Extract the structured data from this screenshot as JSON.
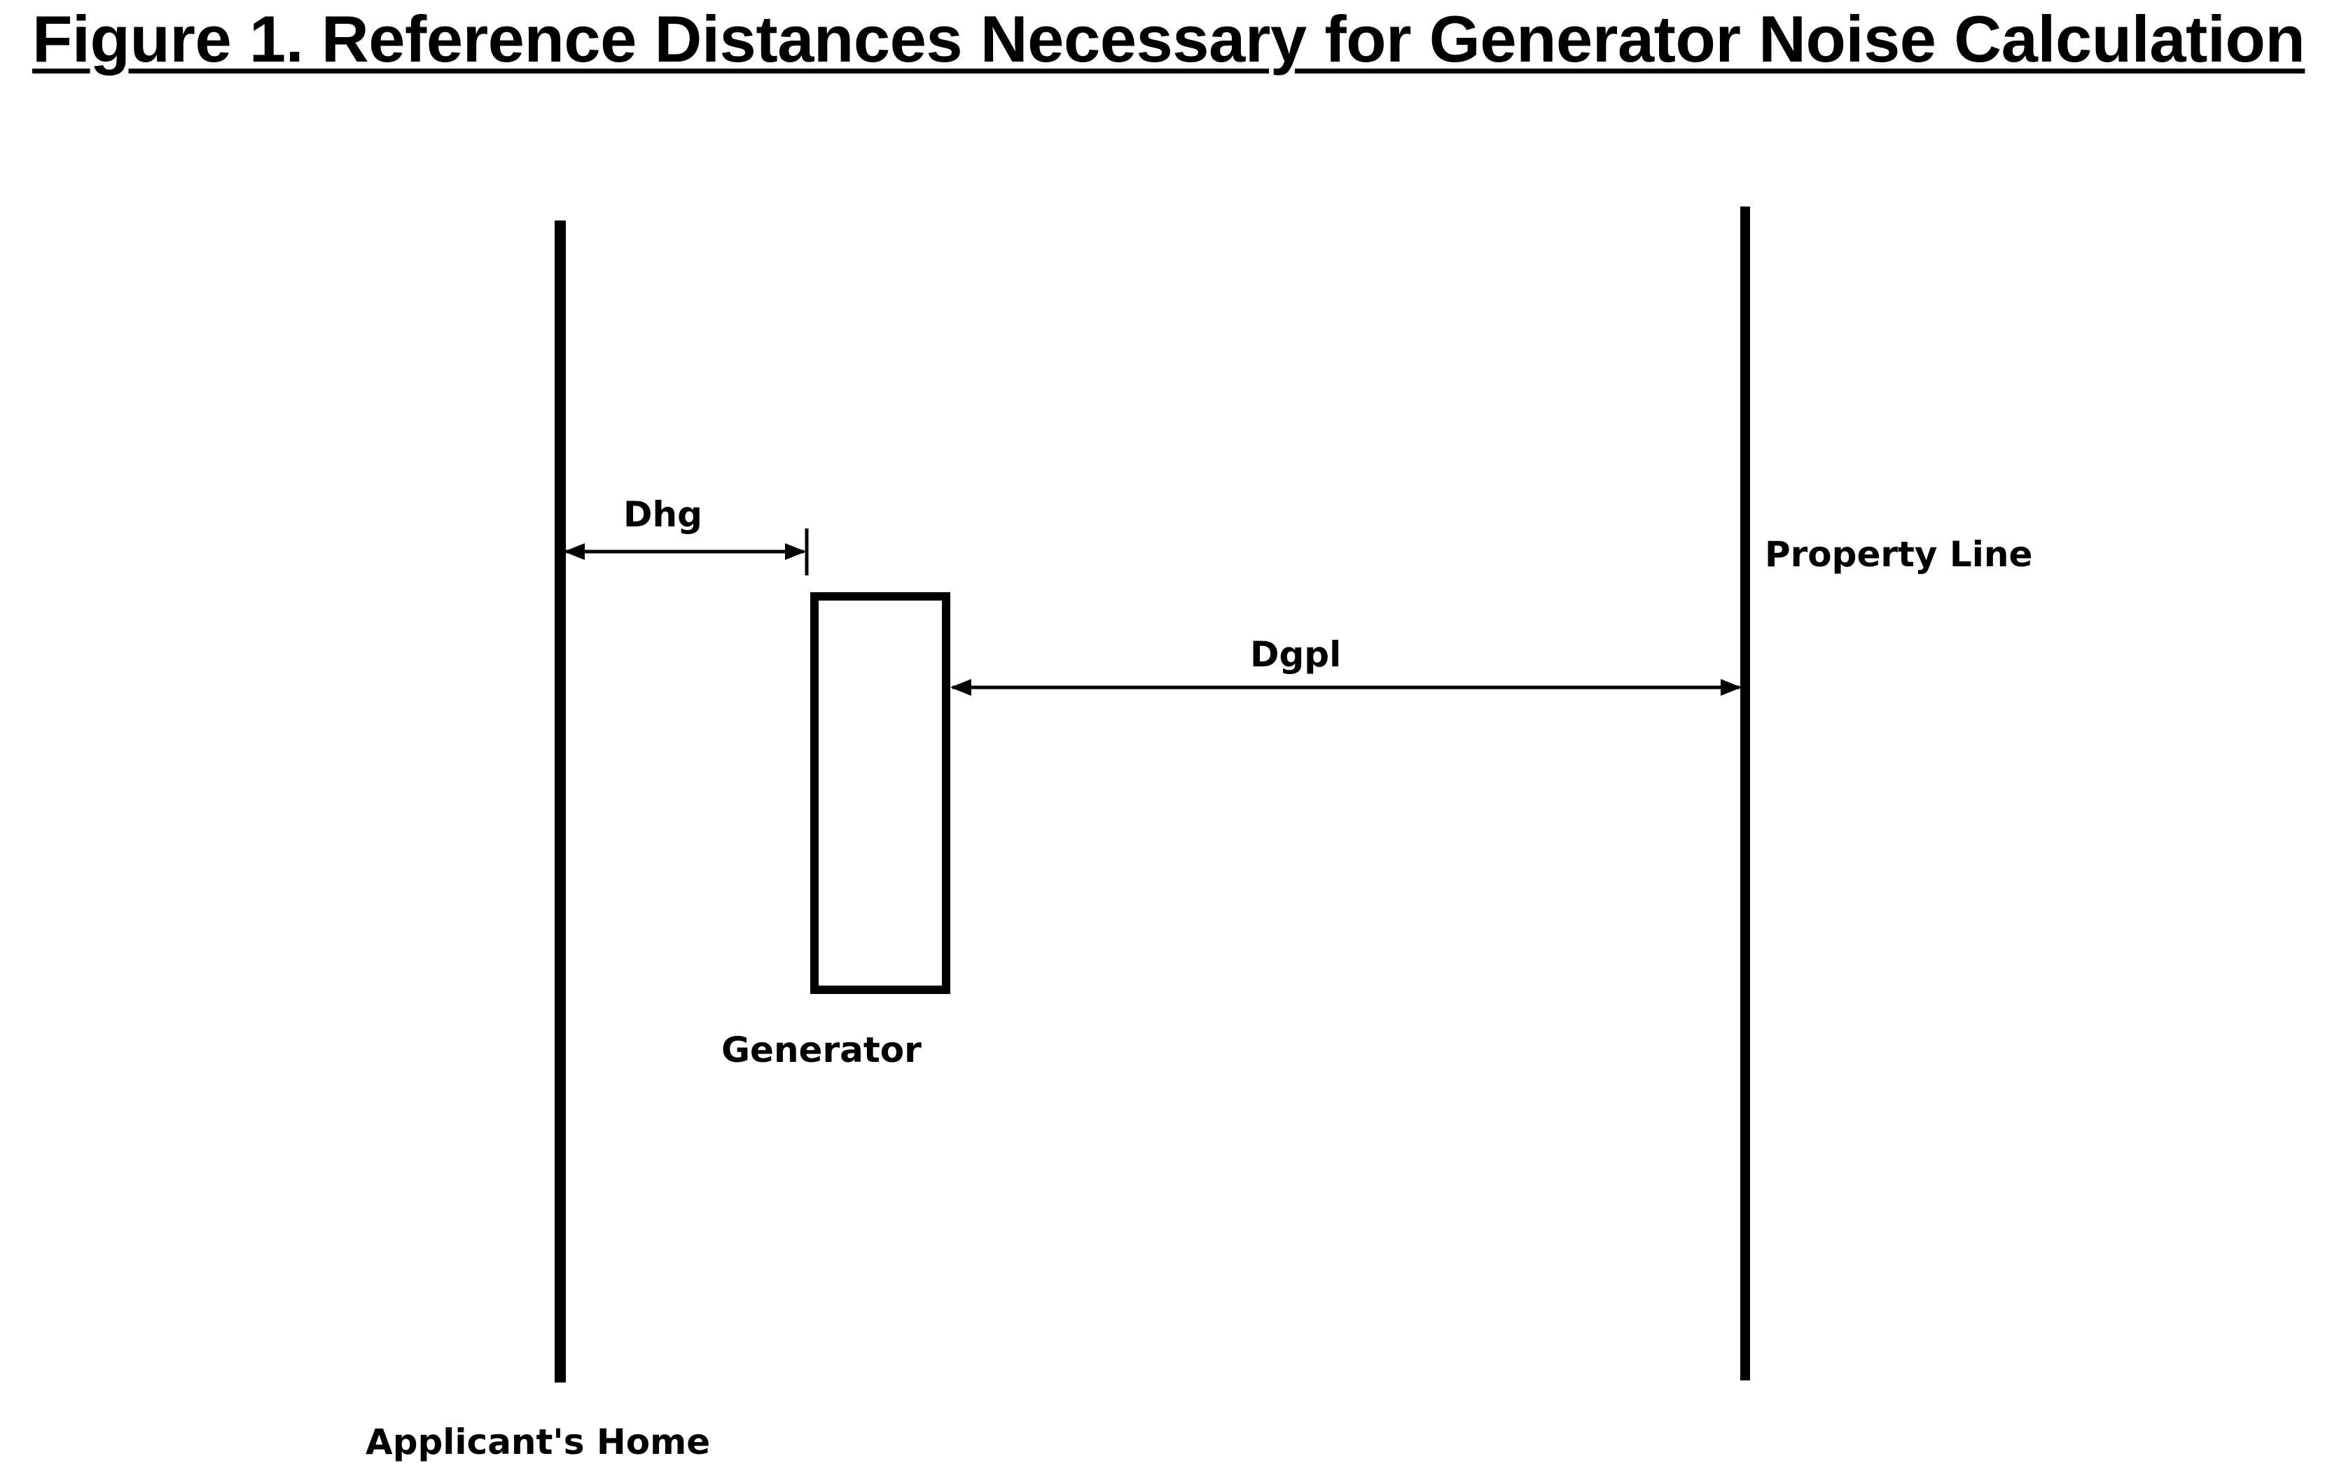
{
  "figure": {
    "title": "Figure 1.  Reference Distances Necessary for Generator Noise Calculation"
  },
  "labels": {
    "dhg": "Dhg",
    "dgpl": "Dgpl",
    "property_line": "Property Line",
    "generator": "Generator",
    "applicants_home": "Applicant's Home"
  },
  "colors": {
    "ink": "#000000",
    "background": "#ffffff"
  }
}
